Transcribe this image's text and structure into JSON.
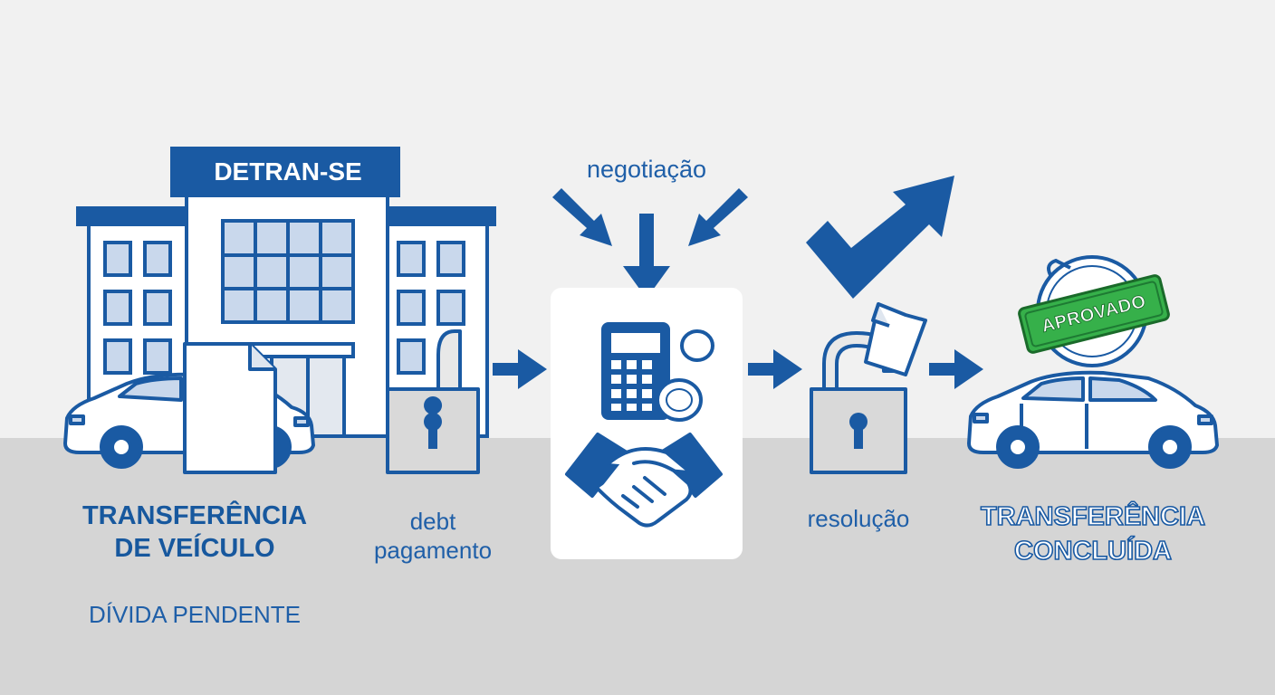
{
  "colors": {
    "primary_blue": "#1a5aa3",
    "light_blue_window": "#c9d8ec",
    "background_top": "#f1f1f1",
    "ground": "#d5d5d5",
    "stamp_green": "#36b04a"
  },
  "building": {
    "sign": "DETRAN-SE"
  },
  "stage1": {
    "title_line1": "TRANSFERÊNCIA",
    "title_line2": "DE VEÍCULO",
    "status": "DÍVIDA PENDENTE"
  },
  "stage2": {
    "label_line1": "debt",
    "label_line2": "pagamento"
  },
  "stage3": {
    "label": "negotiação"
  },
  "stage4": {
    "label": "resolução"
  },
  "stage5": {
    "stamp": "APROVADO",
    "title_line1": "TRANSFERÊNCIA",
    "title_line2": "CONCLUÍDA"
  },
  "icons": [
    "building-icon",
    "car-icon",
    "document-icon",
    "padlock-closed-icon",
    "arrow-right-icon",
    "calculator-icon",
    "coins-icon",
    "handshake-icon",
    "padlock-open-icon",
    "checkmark-arrow-icon",
    "approved-stamp-icon"
  ]
}
